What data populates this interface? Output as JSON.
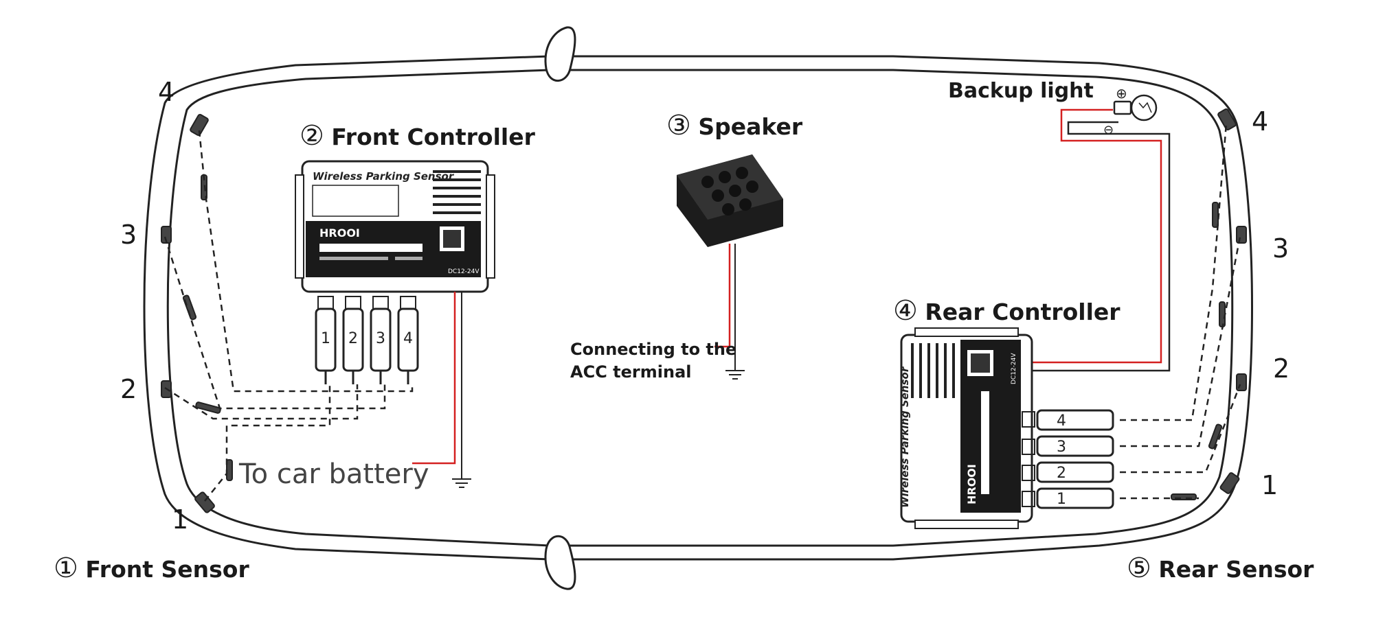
{
  "labels": {
    "front_sensor": {
      "num": "①",
      "text": "Front Sensor"
    },
    "front_controller": {
      "num": "②",
      "text": "Front Controller"
    },
    "speaker": {
      "num": "③",
      "text": "Speaker"
    },
    "rear_controller": {
      "num": "④",
      "text": "Rear Controller"
    },
    "rear_sensor": {
      "num": "⑤",
      "text": "Rear Sensor"
    },
    "backup_light": "Backup light",
    "acc_line1": "Connecting to the",
    "acc_line2": "ACC terminal",
    "car_battery": "To car battery"
  },
  "sensor_numbers_front": [
    "4",
    "3",
    "2",
    "1"
  ],
  "sensor_numbers_rear": [
    "4",
    "3",
    "2",
    "1"
  ],
  "controller": {
    "title": "Wireless Parking Sensor",
    "brand": "HROOI",
    "power": "DC12-24V",
    "ports": [
      "1",
      "2",
      "3",
      "4"
    ]
  },
  "colors": {
    "line": "#222222",
    "power_wire": "#d42020",
    "device": "#222222"
  }
}
